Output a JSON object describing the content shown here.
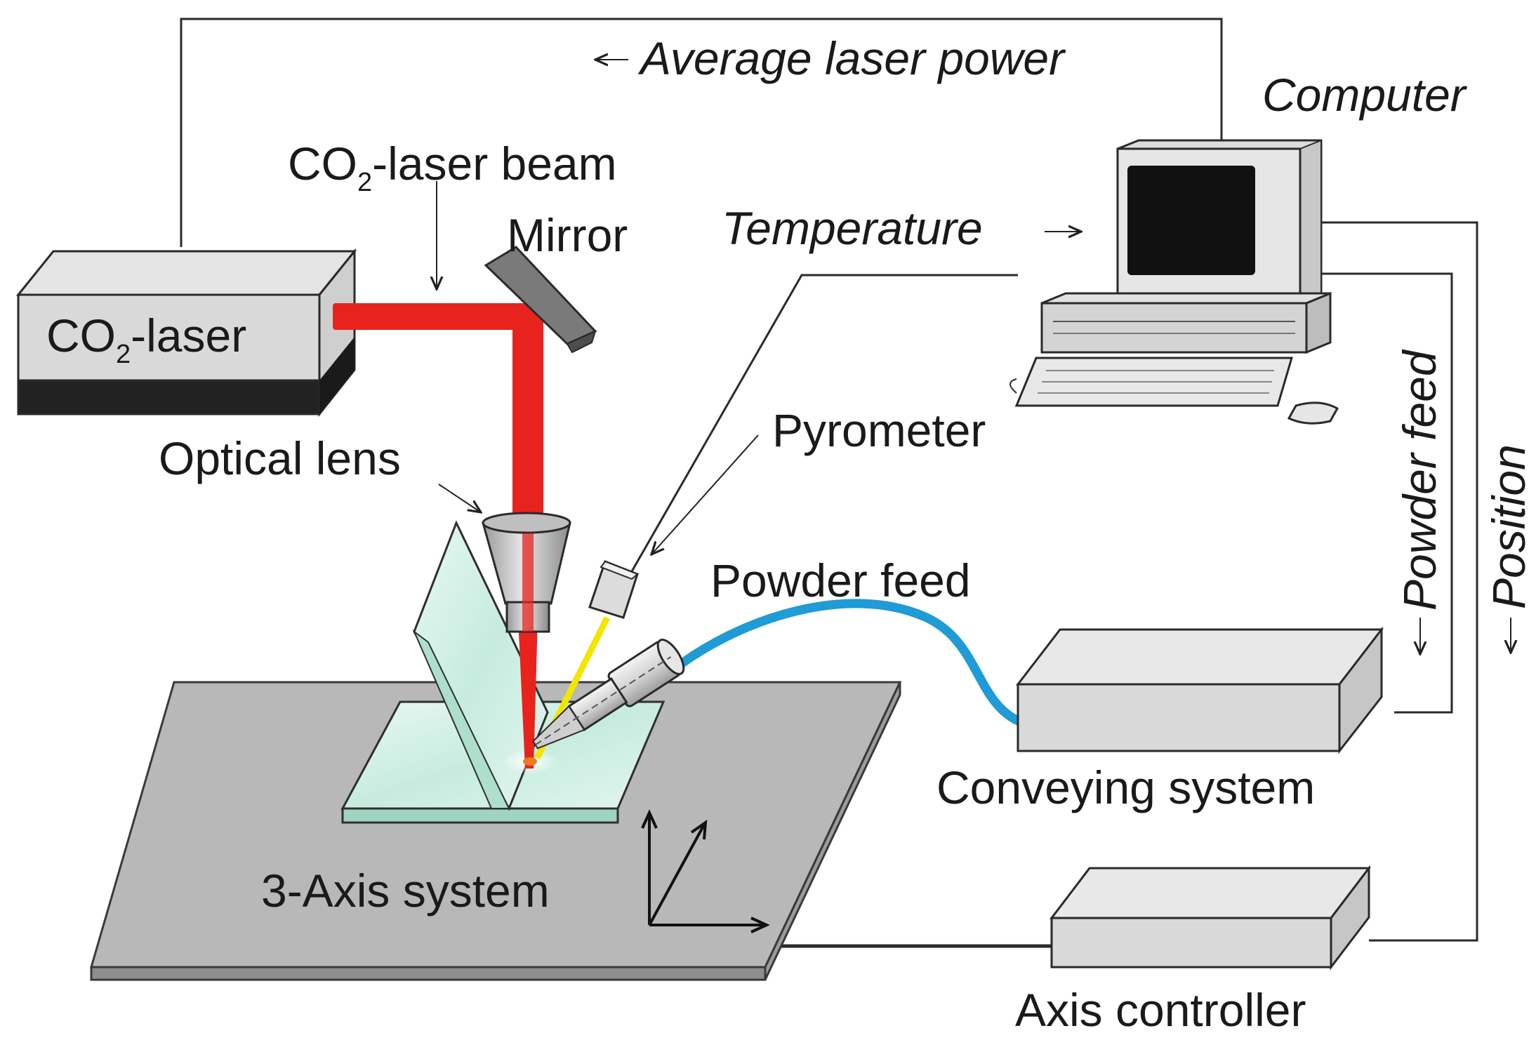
{
  "labels": {
    "average_laser_power": "Average laser power",
    "computer": "Computer",
    "co2_beam_prefix": "CO",
    "co2_beam_sub": "2",
    "co2_beam_suffix": "-laser beam",
    "mirror": "Mirror",
    "temperature": "Temperature",
    "co2_laser_prefix": "CO",
    "co2_laser_sub": "2",
    "co2_laser_suffix": "-laser",
    "optical_lens": "Optical lens",
    "pyrometer": "Pyrometer",
    "powder_feed_line": "Powder feed",
    "powder_feed_nozzle": "Powder feed",
    "position": "Position",
    "conveying_system": "Conveying system",
    "three_axis_system": "3-Axis system",
    "axis_controller": "Axis controller"
  },
  "colors": {
    "laser_beam": "#e8231e",
    "pyrometer_beam": "#f2e600",
    "powder_hose": "#1f9bd6",
    "platform": "#b8b8b8",
    "wire": "#2a2a2a",
    "glass": "#cdeee3"
  }
}
